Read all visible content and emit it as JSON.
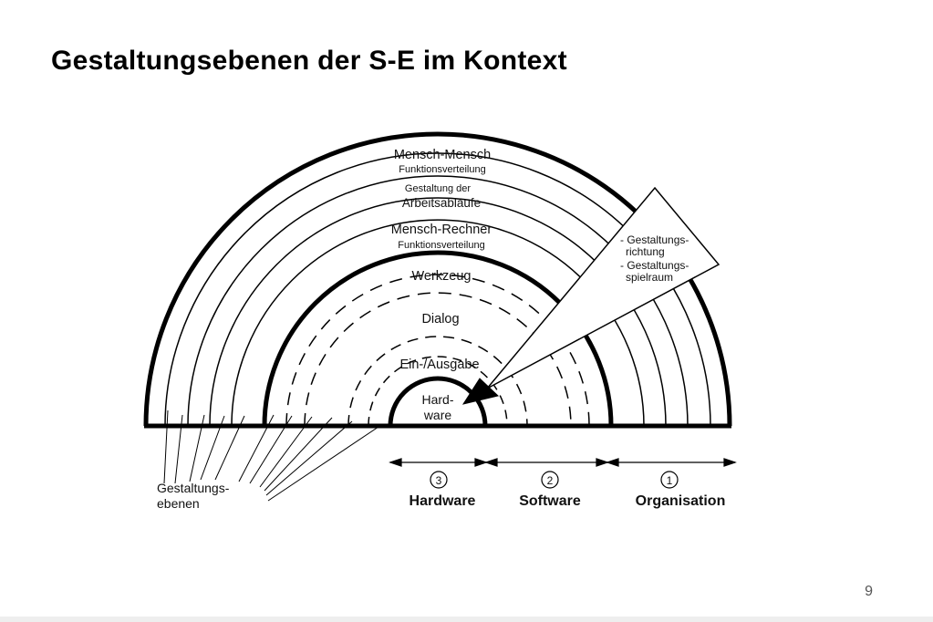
{
  "slide": {
    "title": "Gestaltungsebenen der S-E im Kontext",
    "page_number": "9"
  },
  "diagram": {
    "rings": {
      "mensch_mensch_title": "Mensch-Mensch",
      "mensch_mensch_sub": "Funktionsverteilung",
      "gestaltung_line1": "Gestaltung der",
      "gestaltung_line2": "Arbeitsabläufe",
      "mensch_rechner_title": "Mensch-Rechner",
      "mensch_rechner_sub": "Funktionsverteilung",
      "werkzeug": "Werkzeug",
      "dialog": "Dialog",
      "ein_ausgabe": "Ein-/Ausgabe",
      "hardware_line1": "Hard-",
      "hardware_line2": "ware"
    },
    "arrow_box": {
      "line1": "- Gestaltungs-",
      "line2": "richtung",
      "line3": "- Gestaltungs-",
      "line4": "spielraum"
    },
    "levels_label": {
      "line1": "Gestaltungs-",
      "line2": "ebenen"
    },
    "segments": [
      {
        "number": "3",
        "label": "Hardware"
      },
      {
        "number": "2",
        "label": "Software"
      },
      {
        "number": "1",
        "label": "Organisation"
      }
    ]
  }
}
